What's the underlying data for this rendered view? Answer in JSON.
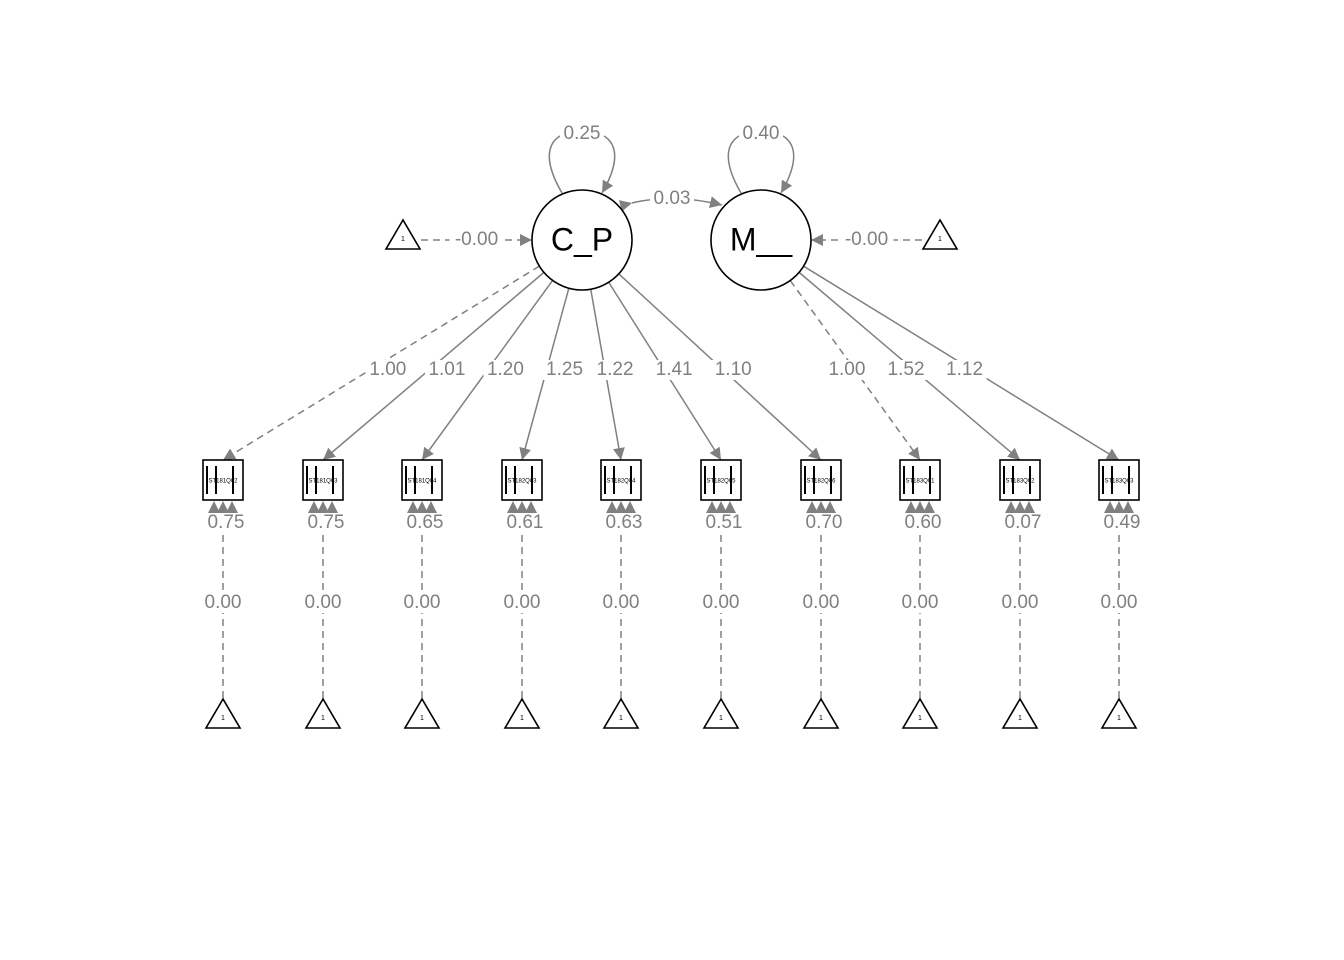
{
  "latents": [
    {
      "id": "C_P",
      "label": "C_P",
      "variance": "0.25",
      "intercept": "-0.00"
    },
    {
      "id": "M__",
      "label": "M__",
      "variance": "0.40",
      "intercept": "-0.00"
    }
  ],
  "covariance": "0.03",
  "constant_label": "1",
  "indicators": [
    {
      "label": "ST181Q02",
      "factor": 0,
      "loading": "1.00",
      "fixed": true,
      "residual": "0.75",
      "intercept": "0.00"
    },
    {
      "label": "ST181Q03",
      "factor": 0,
      "loading": "1.01",
      "fixed": false,
      "residual": "0.75",
      "intercept": "0.00"
    },
    {
      "label": "ST181Q04",
      "factor": 0,
      "loading": "1.20",
      "fixed": false,
      "residual": "0.65",
      "intercept": "0.00"
    },
    {
      "label": "ST182Q03",
      "factor": 0,
      "loading": "1.25",
      "fixed": false,
      "residual": "0.61",
      "intercept": "0.00"
    },
    {
      "label": "ST182Q04",
      "factor": 0,
      "loading": "1.22",
      "fixed": false,
      "residual": "0.63",
      "intercept": "0.00"
    },
    {
      "label": "ST182Q05",
      "factor": 0,
      "loading": "1.41",
      "fixed": false,
      "residual": "0.51",
      "intercept": "0.00"
    },
    {
      "label": "ST182Q06",
      "factor": 0,
      "loading": "1.10",
      "fixed": false,
      "residual": "0.70",
      "intercept": "0.00"
    },
    {
      "label": "ST183Q01",
      "factor": 1,
      "loading": "1.00",
      "fixed": true,
      "residual": "0.60",
      "intercept": "0.00"
    },
    {
      "label": "ST183Q02",
      "factor": 1,
      "loading": "1.52",
      "fixed": false,
      "residual": "0.07",
      "intercept": "0.00"
    },
    {
      "label": "ST183Q03",
      "factor": 1,
      "loading": "1.12",
      "fixed": false,
      "residual": "0.49",
      "intercept": "0.00"
    }
  ]
}
